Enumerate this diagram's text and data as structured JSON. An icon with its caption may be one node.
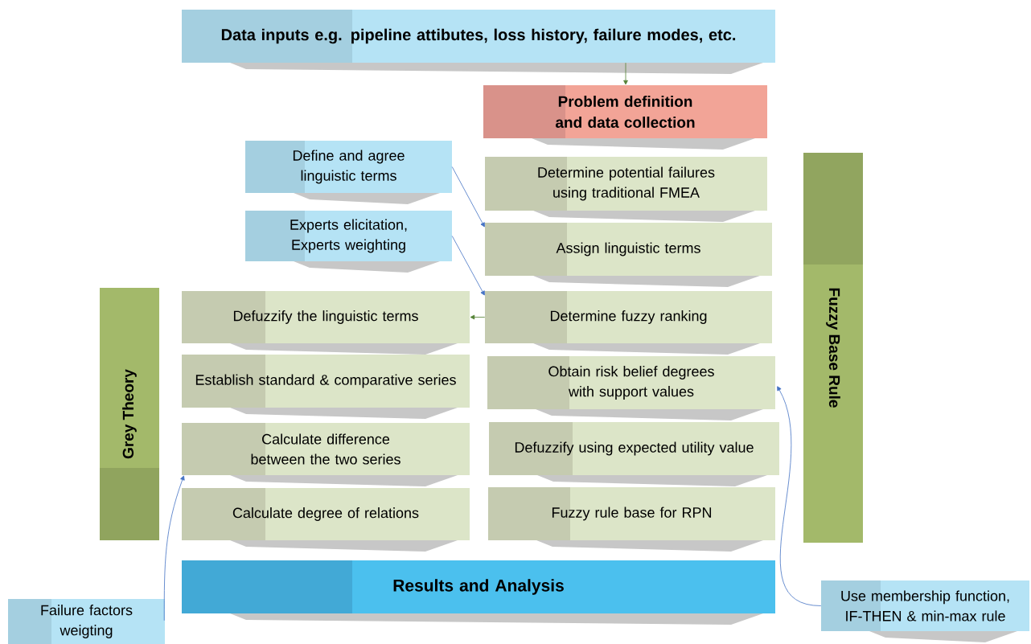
{
  "diagram": {
    "nodes": [
      {
        "text": [
          "Data inputs e.g. pipeline attibutes, loss history, failure modes, etc."
        ]
      },
      {
        "text": [
          "Problem definition and data collection"
        ]
      },
      {
        "text": [
          "Define and agree linguistic terms"
        ]
      },
      {
        "text": [
          "Experts elicitation, Experts weighting"
        ]
      },
      {
        "text": [
          "Determine potential failures using traditional FMEA"
        ]
      },
      {
        "text": [
          "Assign linguistic terms"
        ]
      },
      {
        "text": [
          "Determine fuzzy ranking"
        ]
      },
      {
        "text": [
          "Defuzzify the linguistic terms"
        ]
      },
      {
        "text": [
          "Establish standard & comparative series"
        ]
      },
      {
        "text": [
          "Calculate difference between the two series"
        ]
      },
      {
        "text": [
          "Calculate degree of relations"
        ]
      },
      {
        "text": [
          "Obtain risk belief degrees with support values"
        ]
      },
      {
        "text": [
          "Defuzzify using expected utility value"
        ]
      },
      {
        "text": [
          "Fuzzy rule base for RPN"
        ]
      },
      {
        "text": [
          "Grey Theory"
        ]
      },
      {
        "text": [
          "Fuzzy Base Rule"
        ]
      },
      {
        "text": [
          "Results and Analysis"
        ]
      },
      {
        "text": [
          "Failure factors weigting"
        ]
      },
      {
        "text": [
          "Use membership function, IF-THEN & min-max rule"
        ]
      }
    ],
    "edges": [
      {
        "from": 0,
        "to": 1,
        "arrow": "to",
        "color": "#538135"
      },
      {
        "from": 2,
        "to": 5,
        "arrow": "to"
      },
      {
        "from": 3,
        "to": 6,
        "arrow": "to"
      },
      {
        "from": 6,
        "to": 7,
        "arrow": "to",
        "color": "#538135"
      },
      {
        "from": 17,
        "to": 9,
        "arrow": "to"
      },
      {
        "from": 18,
        "to": 11,
        "arrow": "to"
      }
    ]
  }
}
